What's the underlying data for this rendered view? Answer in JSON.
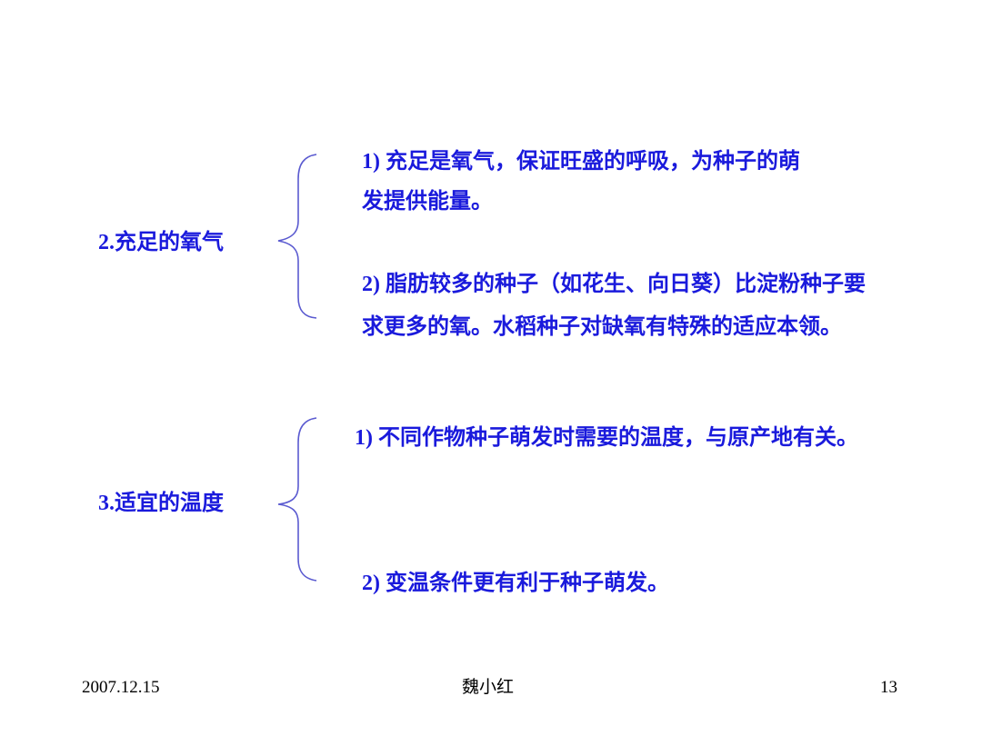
{
  "sections": [
    {
      "topic": "2.充足的氧气",
      "items": [
        [
          "1) 充足是氧气，保证旺盛的呼吸，为种子的萌",
          "发提供能量。"
        ],
        [
          "2) 脂肪较多的种子（如花生、向日葵）比淀粉种子要",
          "求更多的氧。水稻种子对缺氧有特殊的适应本领。"
        ]
      ]
    },
    {
      "topic": "3.适宜的温度",
      "items": [
        [
          "1) 不同作物种子萌发时需要的温度，与原产地有关。"
        ],
        [
          "2) 变温条件更有利于种子萌发。"
        ]
      ]
    }
  ],
  "footer": {
    "date": "2007.12.15",
    "author": "魏小红",
    "page_number": "13"
  },
  "colors": {
    "text_blue": "#1a1adc",
    "brace_blue": "#5a5ad0"
  }
}
